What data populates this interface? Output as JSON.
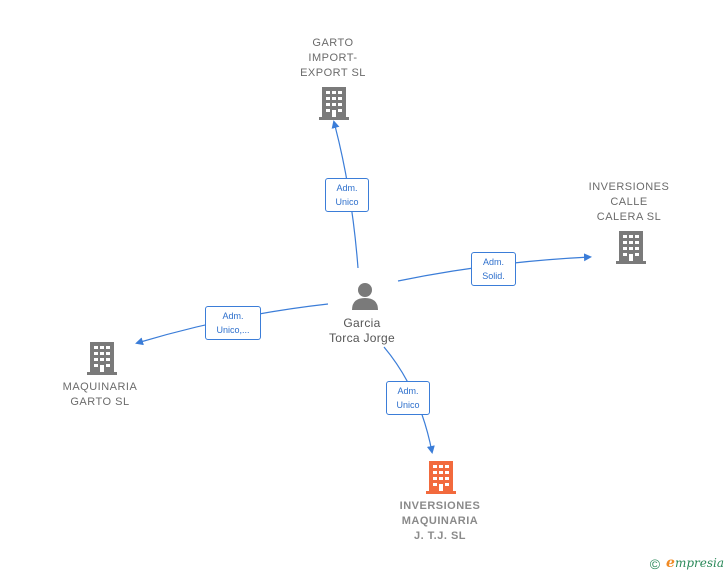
{
  "colors": {
    "edge": "#3b7dd8",
    "building": "#7a7a7a",
    "building_main": "#f26a3d",
    "person": "#7a7a7a"
  },
  "nodes": {
    "garto_import": {
      "label": "GARTO\nIMPORT-\nEXPORT  SL",
      "icon": "building-icon"
    },
    "inversiones_calle": {
      "label": "INVERSIONES\nCALLE\nCALERA  SL",
      "icon": "building-icon"
    },
    "maquinaria_garto": {
      "label": "MAQUINARIA\nGARTO  SL",
      "icon": "building-icon"
    },
    "inversiones_maquinaria": {
      "label": "INVERSIONES\nMAQUINARIA\nJ. T.J.  SL",
      "icon": "building-icon"
    },
    "person": {
      "label": "Garcia\nTorca Jorge",
      "icon": "person-icon"
    }
  },
  "edges": {
    "to_garto_import": "Adm.\nUnico",
    "to_inversiones_calle": "Adm.\nSolid.",
    "to_maquinaria_garto": "Adm.\nUnico,...",
    "to_inversiones_maquinaria": "Adm.\nUnico"
  },
  "footer": {
    "copyright_symbol": "©",
    "brand_initial": "e",
    "brand_rest": "mpresia"
  }
}
